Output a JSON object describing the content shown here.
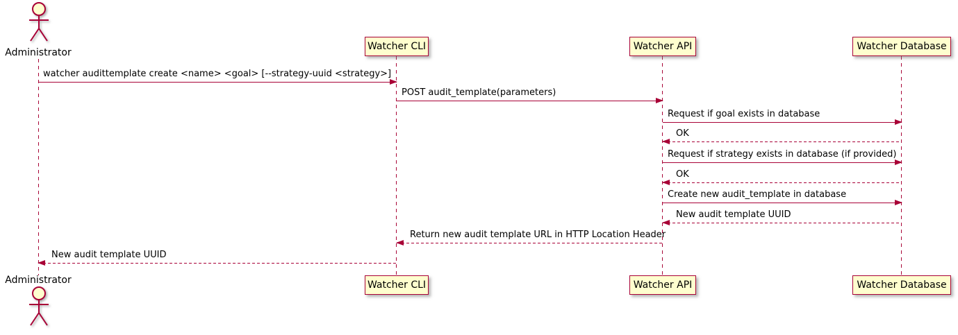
{
  "diagram": {
    "type": "sequence-diagram",
    "colors": {
      "accent": "#A80036",
      "participant_fill": "#FEFECE",
      "text": "#000000",
      "background": "#FFFFFF"
    },
    "actor": {
      "label": "Administrator"
    },
    "participants": [
      {
        "label": "Watcher CLI"
      },
      {
        "label": "Watcher API"
      },
      {
        "label": "Watcher Database"
      }
    ],
    "messages": [
      {
        "from": "Administrator",
        "to": "Watcher CLI",
        "style": "solid",
        "label": "watcher audittemplate create <name> <goal> [--strategy-uuid <strategy>]"
      },
      {
        "from": "Watcher CLI",
        "to": "Watcher API",
        "style": "solid",
        "label": "POST audit_template(parameters)"
      },
      {
        "from": "Watcher API",
        "to": "Watcher Database",
        "style": "solid",
        "label": "Request if goal exists in database"
      },
      {
        "from": "Watcher Database",
        "to": "Watcher API",
        "style": "dashed",
        "label": "OK"
      },
      {
        "from": "Watcher API",
        "to": "Watcher Database",
        "style": "solid",
        "label": "Request if strategy exists in database (if provided)"
      },
      {
        "from": "Watcher Database",
        "to": "Watcher API",
        "style": "dashed",
        "label": "OK"
      },
      {
        "from": "Watcher API",
        "to": "Watcher Database",
        "style": "solid",
        "label": "Create new audit_template in database"
      },
      {
        "from": "Watcher Database",
        "to": "Watcher API",
        "style": "dashed",
        "label": "New audit template UUID"
      },
      {
        "from": "Watcher API",
        "to": "Watcher CLI",
        "style": "dashed",
        "label": "Return new audit template URL in HTTP Location Header"
      },
      {
        "from": "Watcher CLI",
        "to": "Administrator",
        "style": "dashed",
        "label": "New audit template UUID"
      }
    ]
  }
}
